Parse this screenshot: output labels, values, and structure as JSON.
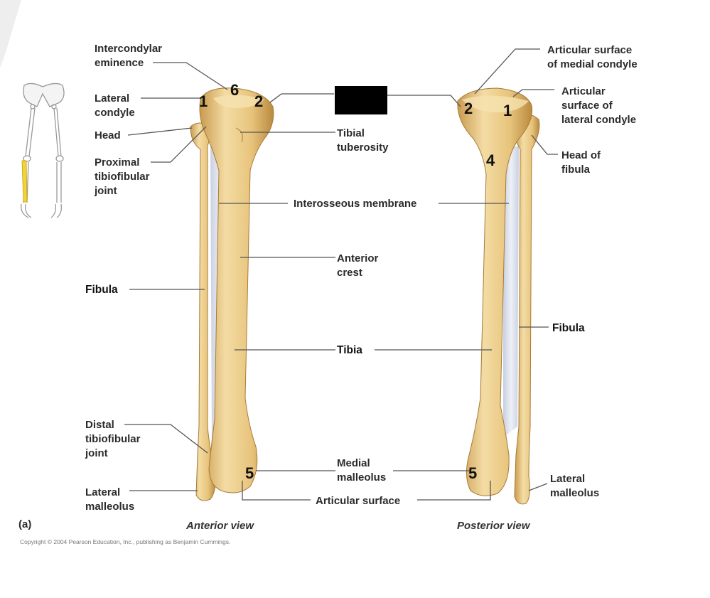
{
  "labels": {
    "intercondylar_eminence": [
      "Intercondylar",
      "eminence"
    ],
    "lateral_condyle": [
      "Lateral",
      "condyle"
    ],
    "head": "Head",
    "proximal_tibiofibular_joint": [
      "Proximal",
      "tibiofibular",
      "joint"
    ],
    "fibula_left": "Fibula",
    "distal_tibiofibular_joint": [
      "Distal",
      "tibiofibular",
      "joint"
    ],
    "lateral_malleolus_left": [
      "Lateral",
      "malleolus"
    ],
    "tibial_tuberosity": [
      "Tibial",
      "tuberosity"
    ],
    "interosseous_membrane": "Interosseous membrane",
    "anterior_crest": [
      "Anterior",
      "crest"
    ],
    "tibia": "Tibia",
    "medial_malleolus": [
      "Medial",
      "malleolus"
    ],
    "articular_surface": "Articular surface",
    "articular_surface_medial_condyle": [
      "Articular surface",
      "of medial condyle"
    ],
    "articular_surface_lateral_condyle": [
      "Articular",
      "surface of",
      "lateral condyle"
    ],
    "head_of_fibula": [
      "Head of",
      "fibula"
    ],
    "fibula_right": "Fibula",
    "lateral_malleolus_right": [
      "Lateral",
      "malleolus"
    ]
  },
  "numbers": {
    "anterior_lateral_condyle": "1",
    "anterior_eminence": "6",
    "anterior_medial_condyle": "2",
    "anterior_medial_malleolus": "5",
    "posterior_medial_condyle": "2",
    "posterior_lateral_condyle": "1",
    "posterior_shaft": "4",
    "posterior_medial_malleolus": "5"
  },
  "views": {
    "anterior": "Anterior view",
    "posterior": "Posterior view"
  },
  "panel_label": "(a)",
  "copyright": "Copyright © 2004 Pearson Education, Inc., publishing as Benjamin Cummings.",
  "colors": {
    "bone": "#e9c77f",
    "bone_light": "#f6e2b0",
    "bone_dark": "#c89a4e",
    "membrane": "#d9deea",
    "redaction": "#000000",
    "highlight": "#f2d33a"
  }
}
